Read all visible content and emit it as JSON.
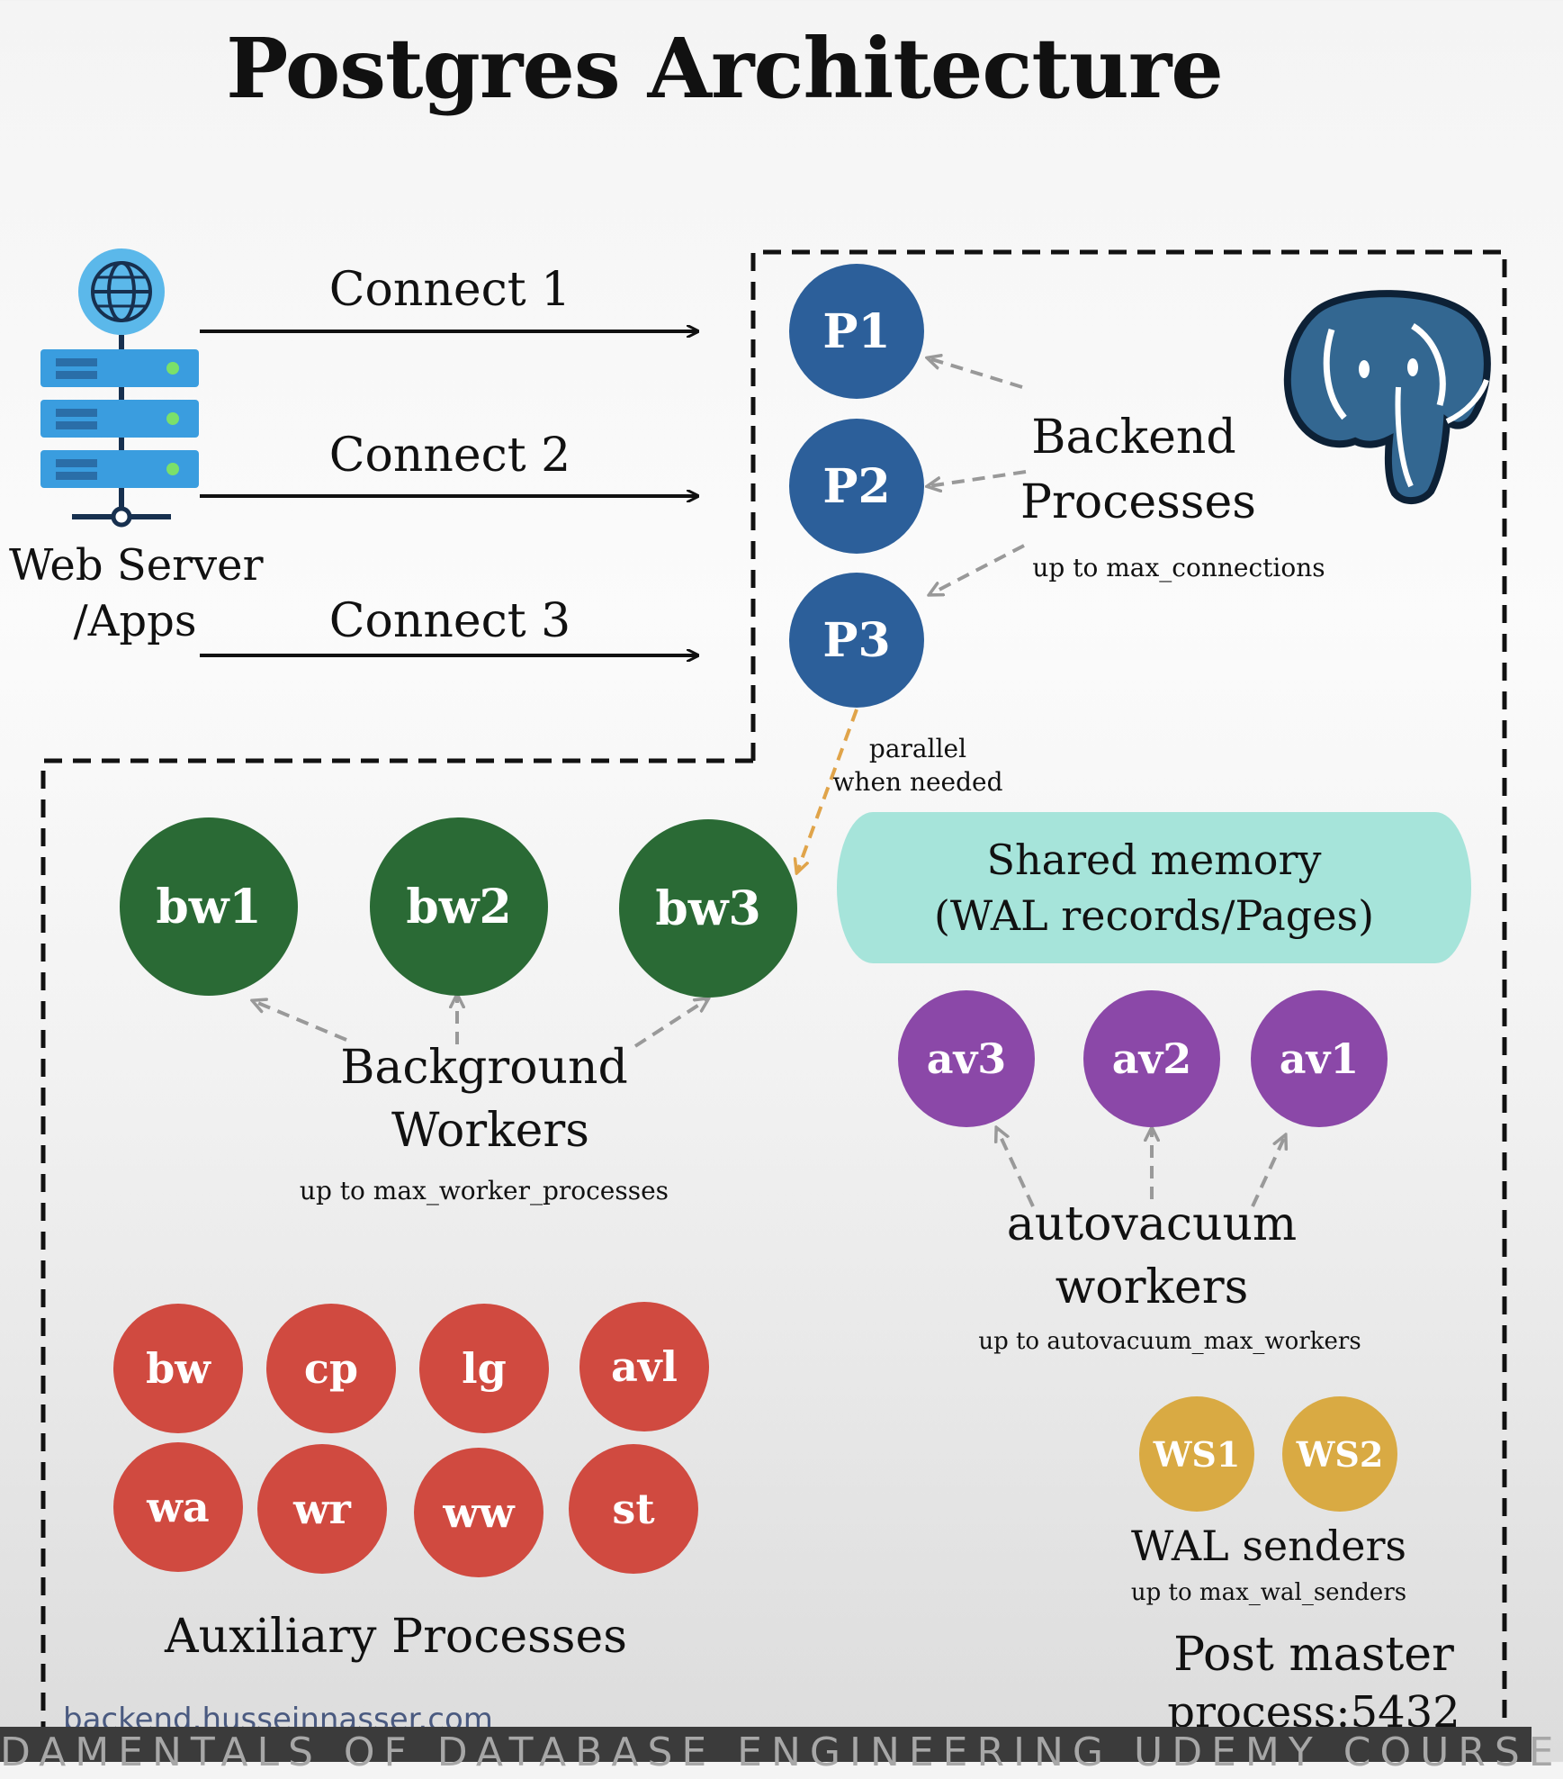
{
  "title": "Postgres Architecture",
  "web_server": {
    "line1": "Web Server",
    "line2": "/Apps"
  },
  "connections": [
    "Connect 1",
    "Connect 2",
    "Connect 3"
  ],
  "backend": {
    "processes": [
      "P1",
      "P2",
      "P3"
    ],
    "label_line1": "Backend",
    "label_line2": "Processes",
    "limit": "up to max_connections"
  },
  "parallel_note": {
    "line1": "parallel",
    "line2": "when needed"
  },
  "background_workers": {
    "items": [
      "bw1",
      "bw2",
      "bw3"
    ],
    "label_line1": "Background",
    "label_line2": "Workers",
    "limit": "up to max_worker_processes"
  },
  "shared_memory": {
    "line1": "Shared memory",
    "line2": "(WAL records/Pages)"
  },
  "autovacuum": {
    "items": [
      "av3",
      "av2",
      "av1"
    ],
    "label_line1": "autovacuum",
    "label_line2": "workers",
    "limit": "up to autovacuum_max_workers"
  },
  "auxiliary": {
    "items": [
      "bw",
      "cp",
      "lg",
      "avl",
      "wa",
      "wr",
      "ww",
      "st"
    ],
    "label": "Auxiliary Processes"
  },
  "wal_senders": {
    "items": [
      "WS1",
      "WS2"
    ],
    "label": "WAL senders",
    "limit": "up to max_wal_senders"
  },
  "postmaster": {
    "line1": "Post master",
    "line2": "process:5432"
  },
  "footer_url": "backend.husseinnasser.com",
  "bottom_banner": "DAMENTALS OF DATABASE ENGINEERING UDEMY COURSE",
  "colors": {
    "backend": "#2c5f9a",
    "background_worker": "#2a6a35",
    "autovacuum": "#8b48a8",
    "auxiliary": "#d04a40",
    "wal_sender": "#d9aa43",
    "shared_memory": "#a6e4da",
    "server_blue": "#3aa0e0"
  },
  "icons": [
    "server-icon",
    "globe-icon",
    "postgres-elephant-icon"
  ]
}
